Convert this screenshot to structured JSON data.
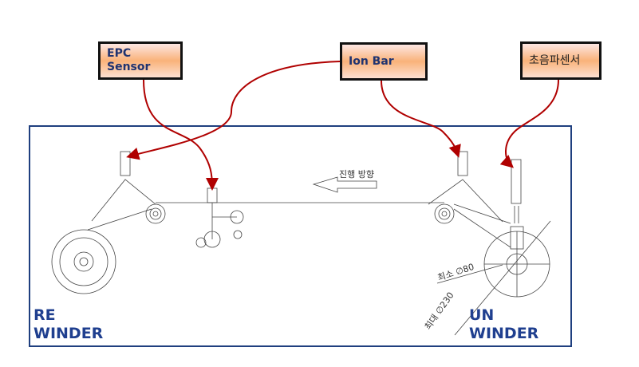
{
  "labels": {
    "epc": "EPC Sensor",
    "ion": "Ion Bar",
    "ultra": "초음파센서"
  },
  "rewinder": {
    "l1": "RE",
    "l2": "WINDER"
  },
  "unwinder": {
    "l1": "UN",
    "l2": "WINDER"
  },
  "annotations": {
    "direction": "진행 방향",
    "min": "최소 ∅80",
    "max": "최대 ∅230"
  },
  "colors": {
    "frame": "#1f3f7f",
    "arrow": "#b00000",
    "text": "#1f3f8f"
  }
}
